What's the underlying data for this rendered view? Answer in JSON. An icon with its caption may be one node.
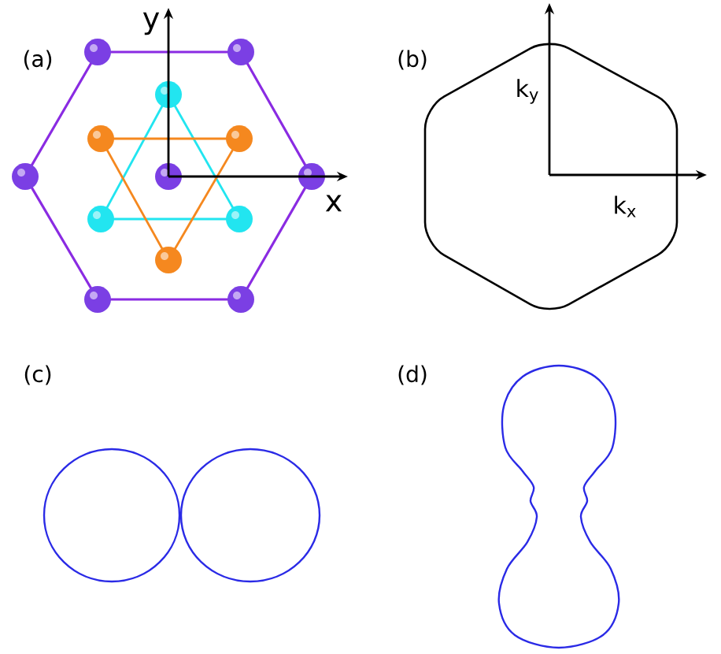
{
  "diagram": {
    "labels": [
      "(a)",
      "y",
      "x",
      "(b)",
      "k$_{y}$",
      "k$_{x}$",
      "(c)",
      "(d)"
    ]
  }
}
